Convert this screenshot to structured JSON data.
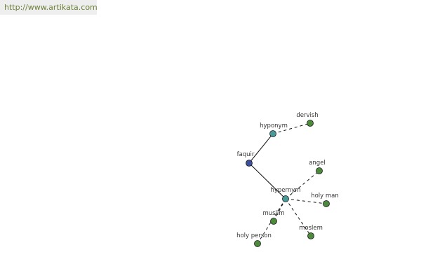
{
  "header": {
    "url": "http://www.artikata.com"
  },
  "colors": {
    "root_node": "#3b4f9c",
    "relation_node": "#4a9a9a",
    "term_node": "#4c8a3c",
    "edge": "#111111",
    "url_text": "#6a7f3a"
  },
  "graph": {
    "nodes": [
      {
        "id": "faquir",
        "label": "faquir",
        "kind": "root"
      },
      {
        "id": "hyponym",
        "label": "hyponym",
        "kind": "relation"
      },
      {
        "id": "hypernym",
        "label": "hypernym",
        "kind": "relation"
      },
      {
        "id": "dervish",
        "label": "dervish",
        "kind": "term"
      },
      {
        "id": "angel",
        "label": "angel",
        "kind": "term"
      },
      {
        "id": "holy_man",
        "label": "holy man",
        "kind": "term"
      },
      {
        "id": "muslim",
        "label": "muslim",
        "kind": "term"
      },
      {
        "id": "moslem",
        "label": "moslem",
        "kind": "term"
      },
      {
        "id": "holy_person",
        "label": "holy person",
        "kind": "term"
      }
    ],
    "edges": [
      {
        "from": "faquir",
        "to": "hyponym",
        "style": "solid"
      },
      {
        "from": "faquir",
        "to": "hypernym",
        "style": "solid"
      },
      {
        "from": "hyponym",
        "to": "dervish",
        "style": "dashed"
      },
      {
        "from": "hypernym",
        "to": "angel",
        "style": "dashed"
      },
      {
        "from": "hypernym",
        "to": "holy_man",
        "style": "dashed"
      },
      {
        "from": "hypernym",
        "to": "muslim",
        "style": "dashed"
      },
      {
        "from": "hypernym",
        "to": "moslem",
        "style": "dashed"
      },
      {
        "from": "hypernym",
        "to": "holy_person",
        "style": "dashed"
      }
    ]
  }
}
